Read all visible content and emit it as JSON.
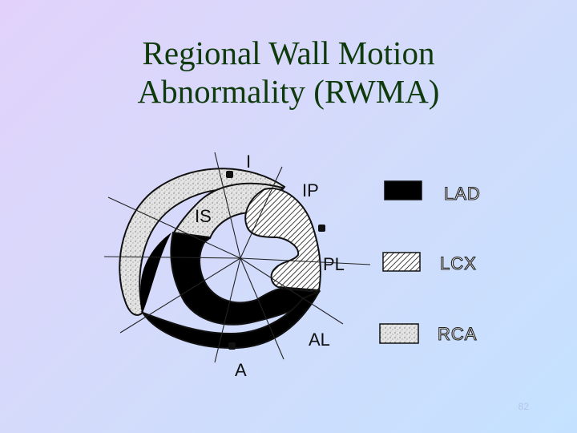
{
  "title": {
    "line1": "Regional Wall Motion",
    "line2": "Abnormality (RWMA)"
  },
  "diagram": {
    "segment_labels": {
      "inferior": "I",
      "inferoseptal": "IS",
      "inferoposterior": "IP",
      "posterolateral": "PL",
      "anterolateral": "AL",
      "anterior": "A"
    },
    "legend": [
      {
        "label": "LAD",
        "pattern": "solid-black"
      },
      {
        "label": "LCX",
        "pattern": "diagonal-hatch"
      },
      {
        "label": "RCA",
        "pattern": "stipple"
      }
    ]
  },
  "page_number": "82",
  "colors": {
    "title": "#0e3a0c",
    "lad_fill": "#000000",
    "lcx_hatch": "#111111",
    "rca_stipple_bg": "#e4e4e4",
    "background_start": "#e2d2fb",
    "background_end": "#c4e2ff"
  }
}
